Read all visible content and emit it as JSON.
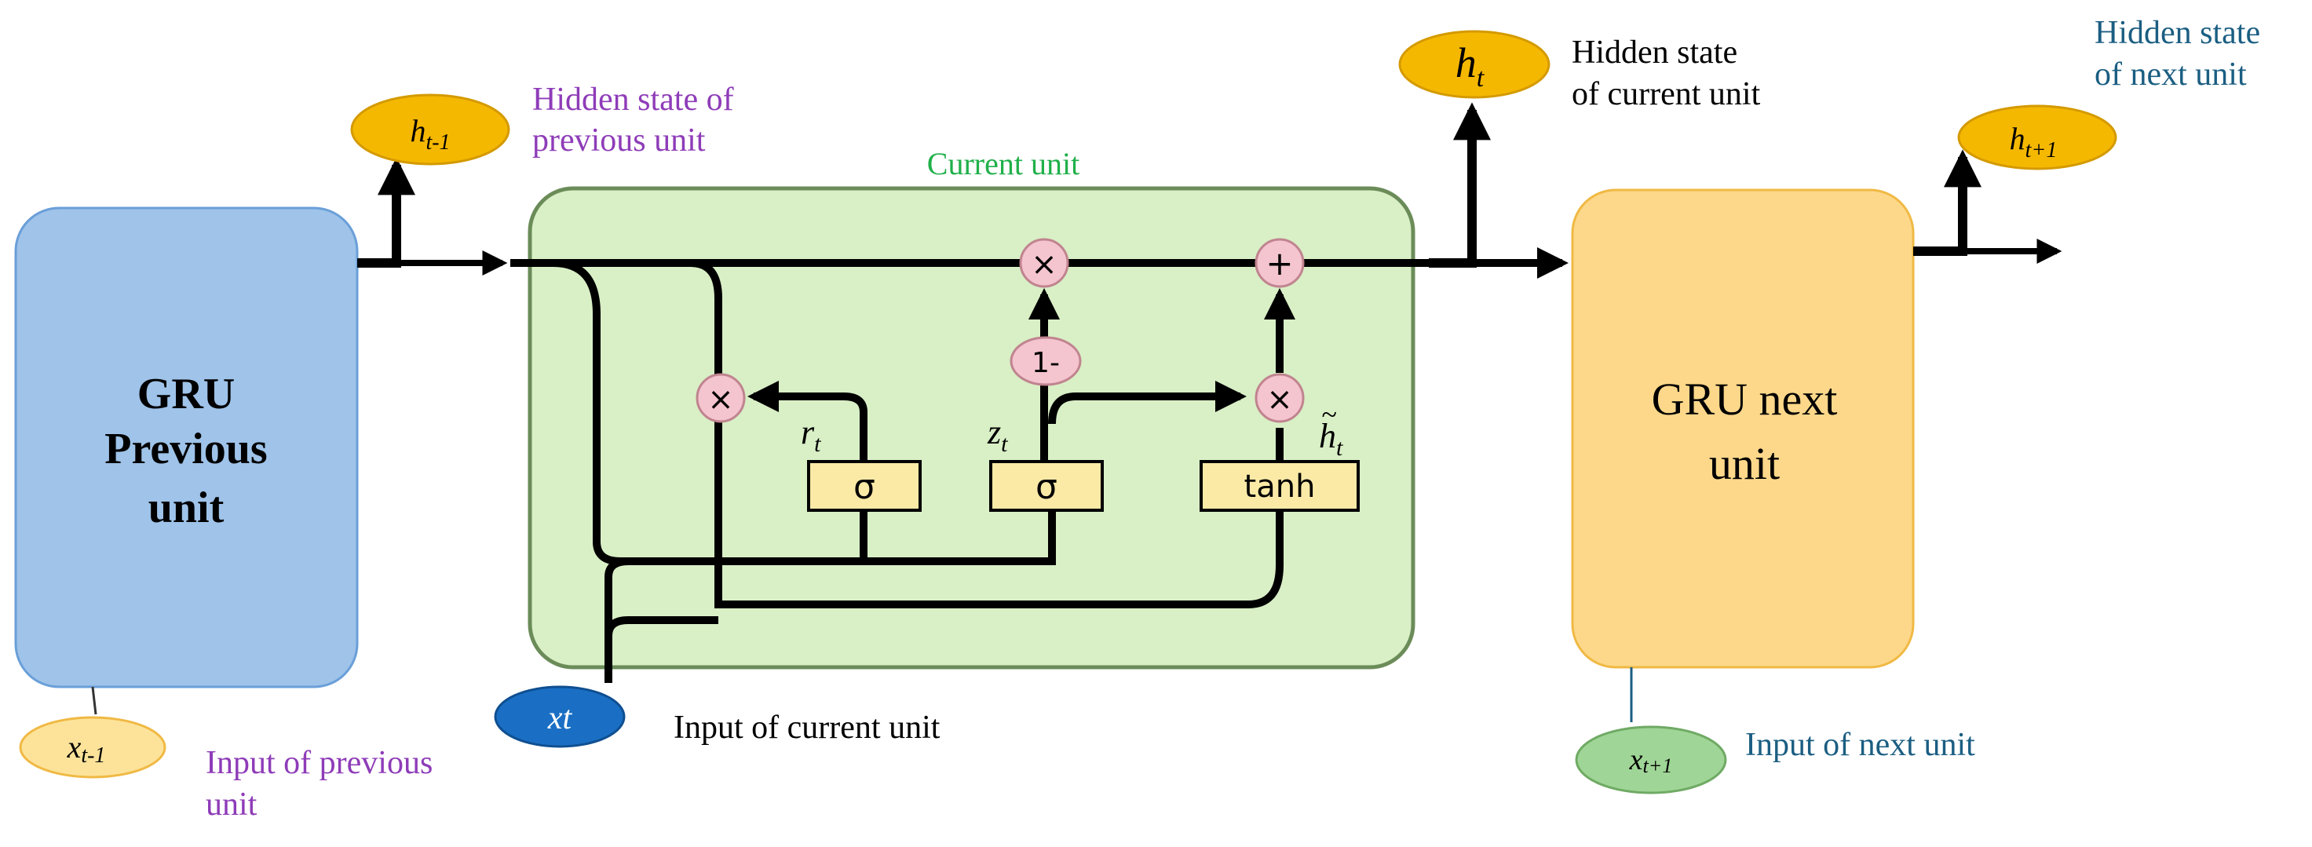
{
  "colors": {
    "purple_label": "#8e3cb8",
    "teal_label": "#1b5e82",
    "green_label": "#20b04a",
    "black": "#000000",
    "prev_box_fill": "#9fc3e9",
    "prev_box_stroke": "#6a9fd8",
    "cell_fill": "#d9efc6",
    "cell_stroke": "#6b8c59",
    "next_box_fill": "#fdd88a",
    "next_box_stroke": "#f0b944",
    "gold_oval": "#f5b800",
    "pale_gold_oval": "#fde39a",
    "blue_oval": "#1a6fc4",
    "green_oval": "#9fd596",
    "op_circle": "#f4c4cf",
    "gate_box": "#fbeaa6"
  },
  "prev_unit": {
    "title_line1": "GRU",
    "title_line2": "Previous",
    "title_line3": "unit",
    "hidden_oval": {
      "base": "h",
      "sub": "t-1"
    },
    "hidden_label_line1": "Hidden state of",
    "hidden_label_line2": "previous unit",
    "input_oval": {
      "base": "x",
      "sub": "t-1"
    },
    "input_label_line1": "Input of previous",
    "input_label_line2": "unit"
  },
  "current_unit": {
    "title": "Current unit",
    "hidden_oval": {
      "base": "h",
      "sub": "t"
    },
    "hidden_label_line1": "Hidden state",
    "hidden_label_line2": "of current unit",
    "input_oval": {
      "base": "x",
      "sub": "t"
    },
    "input_label": "Input of current unit",
    "ops": {
      "multiply": "×",
      "plus": "+",
      "one_minus": "1-"
    },
    "gates": {
      "reset": {
        "label": "σ",
        "name": "r",
        "sub": "t"
      },
      "update": {
        "label": "σ",
        "name": "z",
        "sub": "t"
      },
      "candidate": {
        "label": "tanh",
        "name": "h",
        "sub": "t",
        "accent": "~"
      }
    }
  },
  "next_unit": {
    "title_line1": "GRU next",
    "title_line2": "unit",
    "hidden_oval": {
      "base": "h",
      "sub": "t+1"
    },
    "hidden_label_line1": "Hidden state",
    "hidden_label_line2": "of next unit",
    "input_oval": {
      "base": "x",
      "sub": "t+1"
    },
    "input_label": "Input of next unit"
  }
}
